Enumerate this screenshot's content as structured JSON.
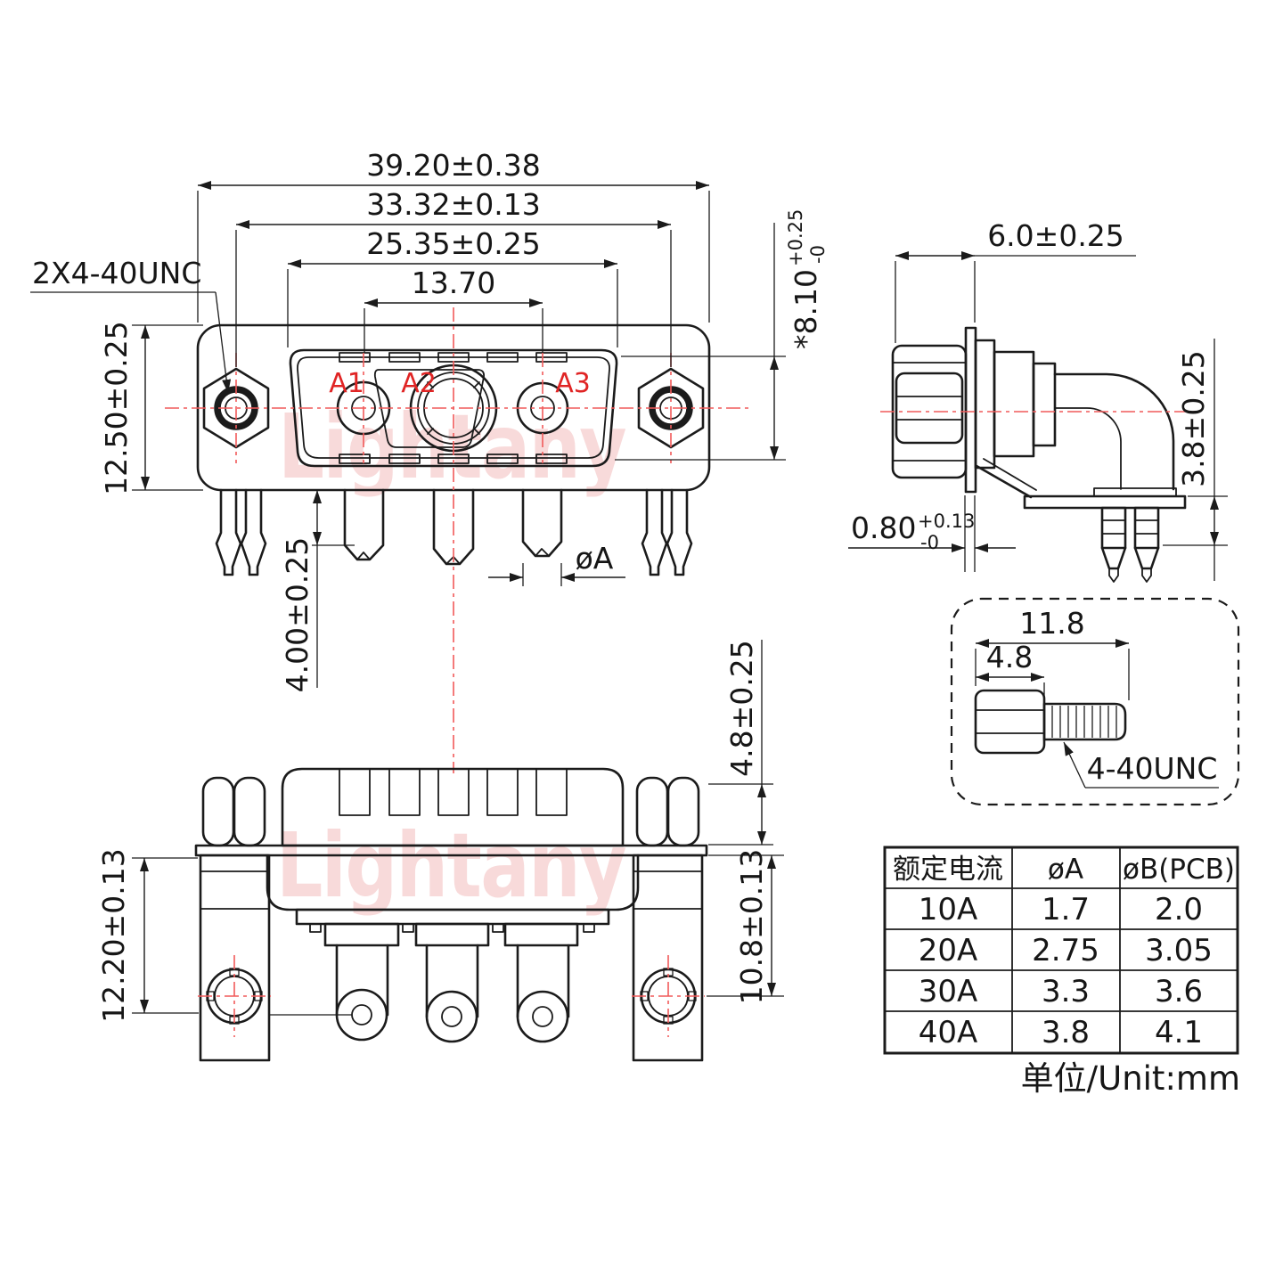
{
  "watermark": {
    "text": "Lightany"
  },
  "front_view": {
    "thread_label": "2X4-40UNC",
    "contacts": [
      "A1",
      "A2",
      "A3"
    ],
    "dims": {
      "overall_width": "39.20±0.38",
      "mount_span": "33.32±0.13",
      "shell_width": "25.35±0.25",
      "contact_span": "13.70",
      "height": "12.50±0.25",
      "pin_length": "4.00±0.25",
      "pin_dia": "øA",
      "depth_main": "*8.10",
      "depth_tol_plus": "+0.25",
      "depth_tol_minus": "-0"
    }
  },
  "side_view": {
    "dims": {
      "front_depth": "6.0±0.25",
      "standoff": "3.8±0.25",
      "flange_main": "0.80",
      "flange_tol_plus": "+0.13",
      "flange_tol_minus": "-0"
    }
  },
  "bottom_view": {
    "dims": {
      "bracket_height": "12.20±0.13",
      "nut_height": "4.8±0.25",
      "body_height": "10.8±0.13"
    }
  },
  "screw_detail": {
    "dims": {
      "length": "11.8",
      "head_width": "4.8"
    },
    "thread_label": "4-40UNC"
  },
  "table": {
    "headers": [
      "额定电流",
      "øA",
      "øB(PCB)"
    ],
    "rows": [
      [
        "10A",
        "1.7",
        "2.0"
      ],
      [
        "20A",
        "2.75",
        "3.05"
      ],
      [
        "30A",
        "3.3",
        "3.6"
      ],
      [
        "40A",
        "3.8",
        "4.1"
      ]
    ],
    "unit": "单位/Unit:mm"
  },
  "chart_data": {
    "type": "table",
    "title": "额定电流 vs øA / øB(PCB)",
    "categories": [
      "10A",
      "20A",
      "30A",
      "40A"
    ],
    "series": [
      {
        "name": "øA",
        "values": [
          1.7,
          2.75,
          3.3,
          3.8
        ]
      },
      {
        "name": "øB(PCB)",
        "values": [
          2.0,
          3.05,
          3.6,
          4.1
        ]
      }
    ]
  }
}
